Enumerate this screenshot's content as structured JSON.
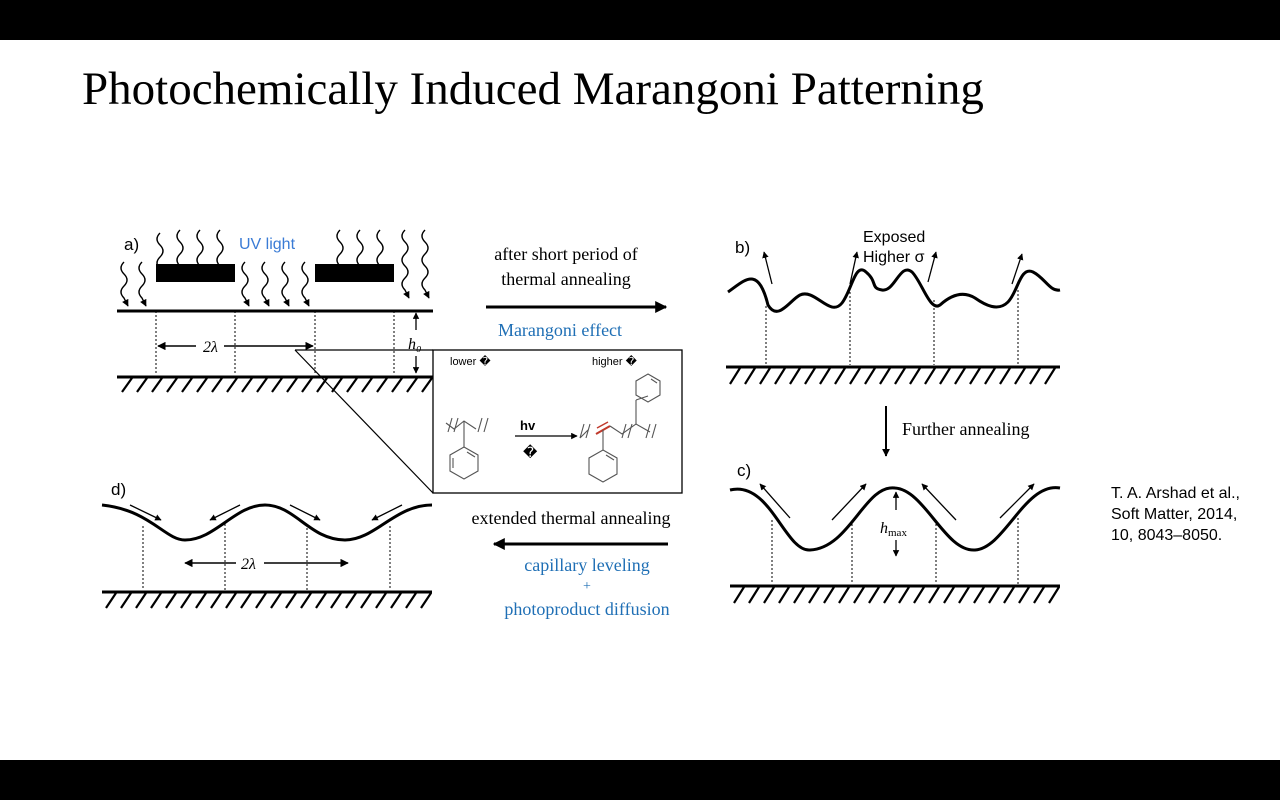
{
  "slide": {
    "title": "Photochemically Induced Marangoni Patterning",
    "citation": "T. A. Arshad et al., Soft Matter, 2014, 10, 8043–8050."
  },
  "diagram": {
    "panel_a": {
      "label": "a)",
      "uv_label": "UV light",
      "period_label": "2λ",
      "h0_label": "h₀"
    },
    "panel_b": {
      "label": "b)",
      "exposed_label": "Exposed",
      "higher_sigma_label": "Higher σ"
    },
    "panel_c": {
      "label": "c)",
      "hmax_label": "h",
      "hmax_sub": "max"
    },
    "panel_d": {
      "label": "d)",
      "period_label": "2λ"
    },
    "inset": {
      "lower_label": "lower �",
      "higher_label": "higher �",
      "hv_label": "hv",
      "sub_label": "�"
    },
    "arrow_ab": {
      "line1": "after short period of",
      "line2": "thermal annealing",
      "effect": "Marangoni effect"
    },
    "arrow_bc": {
      "label": "Further annealing"
    },
    "arrow_cd": {
      "label": "extended thermal annealing",
      "effect1": "capillary leveling",
      "plus": "+",
      "effect2": "photoproduct diffusion"
    },
    "colors": {
      "blue_text": "#1f6fb5",
      "uv_label": "#3a7bd5",
      "red_bond": "#c0392b"
    }
  }
}
